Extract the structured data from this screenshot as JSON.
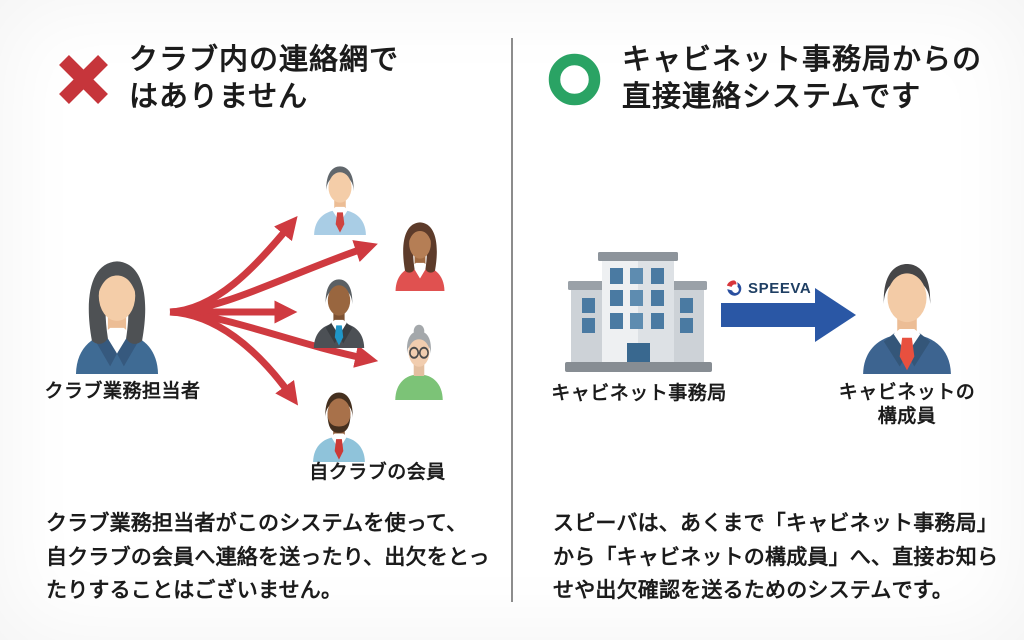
{
  "left_panel": {
    "mark": "x",
    "title": "クラブ内の連絡網で\nはありません",
    "sender_label": "クラブ業務担当者",
    "receivers_label": "自クラブの会員",
    "description": "クラブ業務担当者がこのシステムを使って、\n自クラブの会員へ連絡を送ったり、出欠をとっ\nたりすることはございません。"
  },
  "right_panel": {
    "mark": "o",
    "title": "キャビネット事務局からの\n直接連絡システムです",
    "sender_label": "キャビネット事務局",
    "receiver_label": "キャビネットの\n構成員",
    "arrow_brand": "SPEEVA",
    "description": "スピーバは、あくまで「キャビネット事務局」\nから「キャビネットの構成員」へ、直接お知ら\nせや出欠確認を送るためのシステムです。"
  },
  "colors": {
    "error_red": "#cc363c",
    "success_green": "#2aa364",
    "flow_arrow_blue": "#2a57a5",
    "speeva_navy": "#1f3f63",
    "divider_gray": "#8c8c8c",
    "text_dark": "#1b1b1b"
  },
  "icons": {
    "x_mark_icon": "✕",
    "circle_mark_icon": "◯",
    "building_icon": "office-building",
    "speeva_s_icon": "two-tone-swirl-s",
    "fan_arrows_icon": "five-red-curved-arrows",
    "flow_arrow_icon": "→",
    "person_icon": "flat-avatar"
  }
}
